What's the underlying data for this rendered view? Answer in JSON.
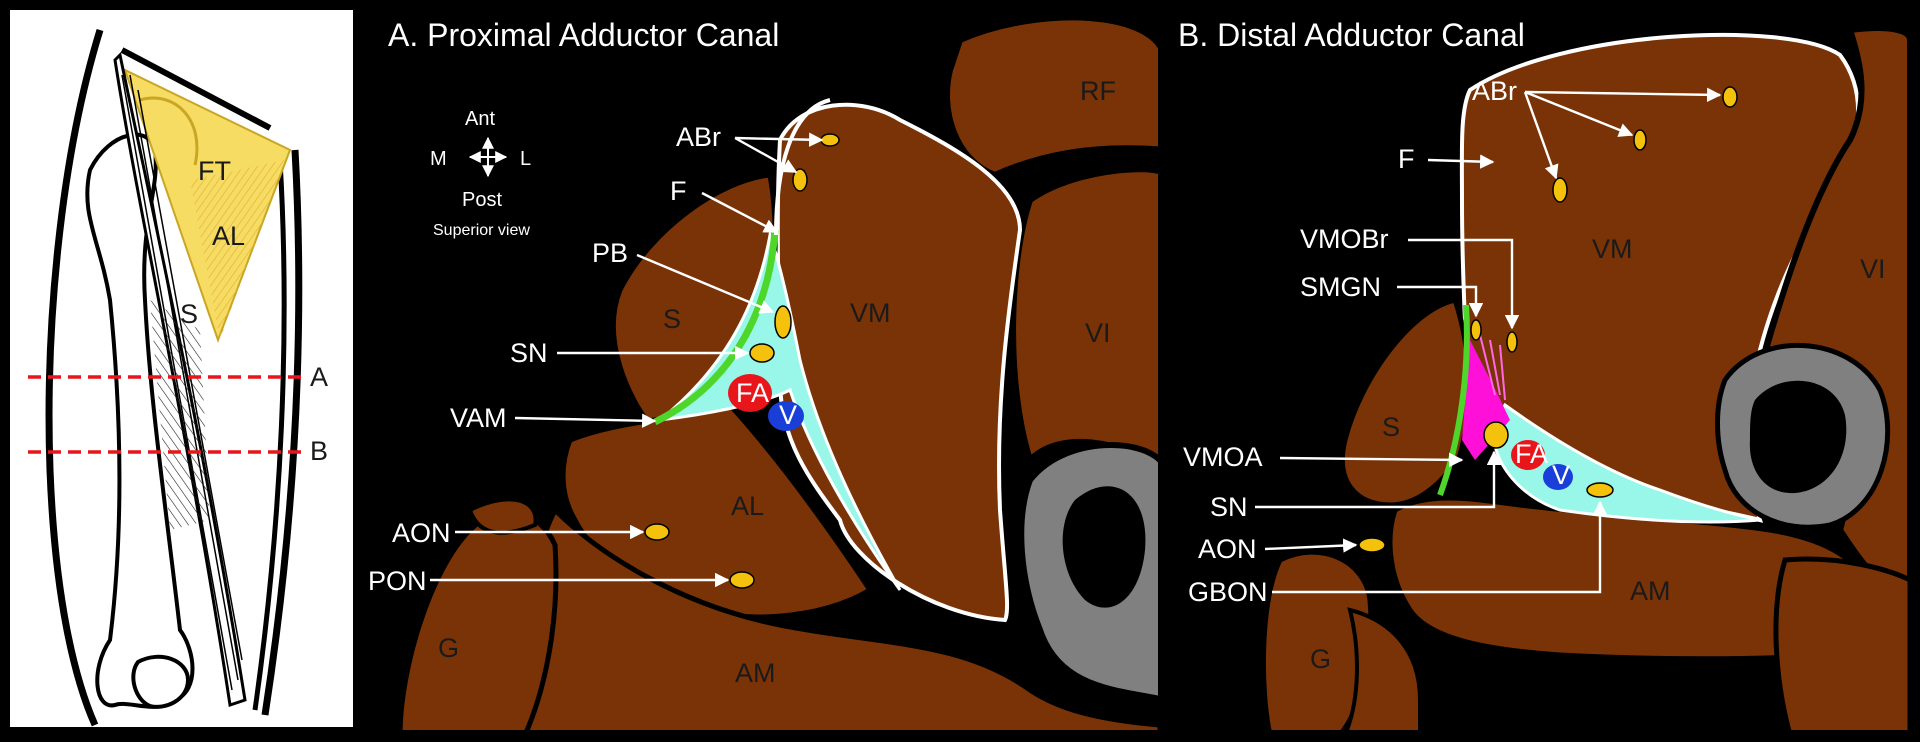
{
  "colors": {
    "background": "#000000",
    "muscle": "#7a3306",
    "fascia": "#ffffff",
    "canal": "#99f7ea",
    "artery": "#e8151b",
    "vein": "#1a3fd8",
    "nerve": "#f4c20d",
    "bone": "#808080",
    "marrow": "#000000",
    "vam": "#4fd62a",
    "vmoa": "#ff10d8",
    "cut_line": "#e8151b",
    "triangle": "#f7dc63"
  },
  "inset": {
    "labels": {
      "ft": "FT",
      "al": "AL",
      "s": "S",
      "a": "A",
      "b": "B"
    }
  },
  "panel_a": {
    "title": "A. Proximal Adductor Canal",
    "orientation": {
      "ant": "Ant",
      "post": "Post",
      "m": "M",
      "l": "L",
      "note": "Superior view"
    },
    "muscles": {
      "rf": "RF",
      "vm": "VM",
      "vi": "VI",
      "s": "S",
      "al": "AL",
      "am": "AM",
      "g": "G"
    },
    "vessels": {
      "fa": "FA",
      "v": "V"
    },
    "callouts": {
      "abr": "ABr",
      "f": "F",
      "pb": "PB",
      "sn": "SN",
      "vam": "VAM",
      "aon": "AON",
      "pon": "PON"
    }
  },
  "panel_b": {
    "title": "B. Distal Adductor Canal",
    "muscles": {
      "vm": "VM",
      "vi": "VI",
      "s": "S",
      "am": "AM",
      "g": "G"
    },
    "vessels": {
      "fa": "FA",
      "v": "V"
    },
    "callouts": {
      "abr": "ABr",
      "f": "F",
      "vmobr": "VMOBr",
      "smgn": "SMGN",
      "vmoa": "VMOA",
      "sn": "SN",
      "aon": "AON",
      "gbon": "GBON"
    }
  }
}
